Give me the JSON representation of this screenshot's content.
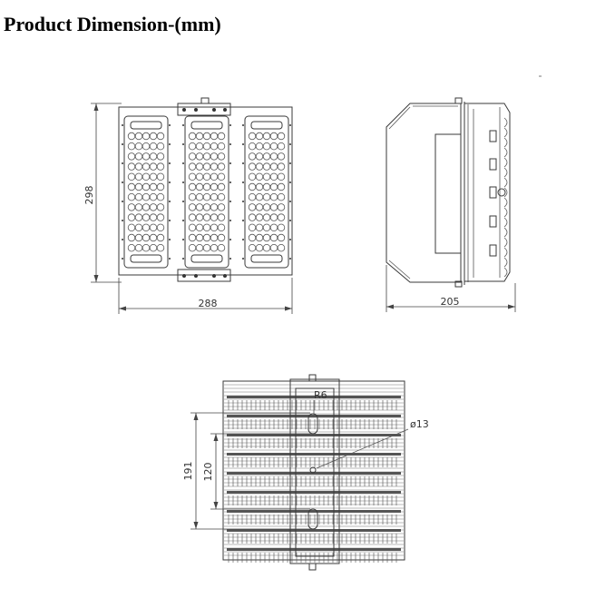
{
  "title": "Product Dimension-(mm)",
  "front_view": {
    "height_label": "298",
    "width_label": "288"
  },
  "side_view": {
    "depth_label": "205"
  },
  "back_view": {
    "radius_label": "R6",
    "hole_label": "ø13",
    "outer_spacing_label": "191",
    "inner_spacing_label": "120"
  }
}
